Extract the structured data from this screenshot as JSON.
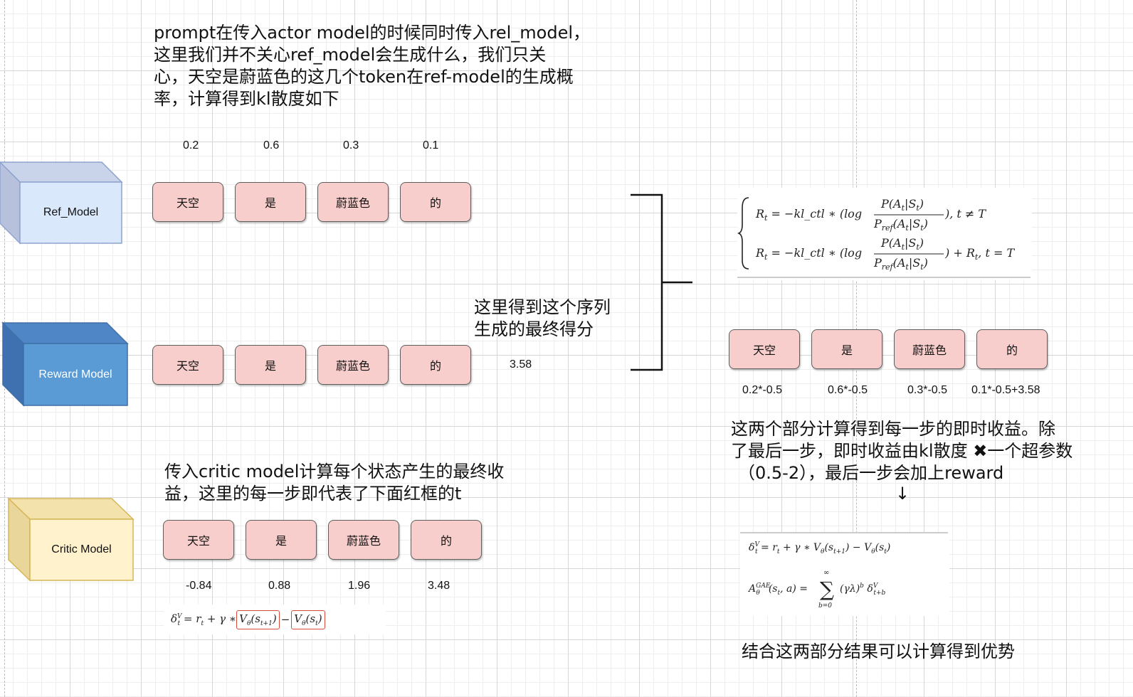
{
  "notes": {
    "top_line1": "prompt在传入actor model的时候同时传入rel_model，",
    "top_line2": "这里我们并不关心ref_model会生成什么，我们只关",
    "top_line3": "心，天空是蔚蓝色的这几个token在ref-model的生成概",
    "top_line4": "率，计算得到kl散度如下",
    "mid_line1": "这里得到这个序列",
    "mid_line2": "生成的最终得分",
    "critic_line1": "传入critic model计算每个状态产生的最终收",
    "critic_line2": "益，这里的每一步即代表了下面红框的t",
    "right_line1": "这两个部分计算得到每一步的即时收益。除",
    "right_line2": "了最后一步，即时收益由kl散度 ✖一个超参数",
    "right_line3": "（0.5-2），最后一步会加上reward",
    "bottom_right": "结合这两部分结果可以计算得到优势"
  },
  "models": {
    "ref": "Ref_Model",
    "reward": "Reward Model",
    "critic": "Critic Model"
  },
  "tokens": [
    "天空",
    "是",
    "蔚蓝色",
    "的"
  ],
  "ref_probs": [
    "0.2",
    "0.6",
    "0.3",
    "0.1"
  ],
  "reward_score": "3.58",
  "critic_values": [
    "-0.84",
    "0.88",
    "1.96",
    "3.48"
  ],
  "reward_calc": [
    "0.2*-0.5",
    "0.6*-0.5",
    "0.3*-0.5",
    "0.1*-0.5+3.58"
  ],
  "arrow": "↓",
  "colors": {
    "token_fill": "#f8cecc",
    "ref_model": "#dae8fc",
    "reward_model": "#5b9bd5",
    "critic_model": "#fff2cc",
    "red_box": "#d64a3a"
  }
}
